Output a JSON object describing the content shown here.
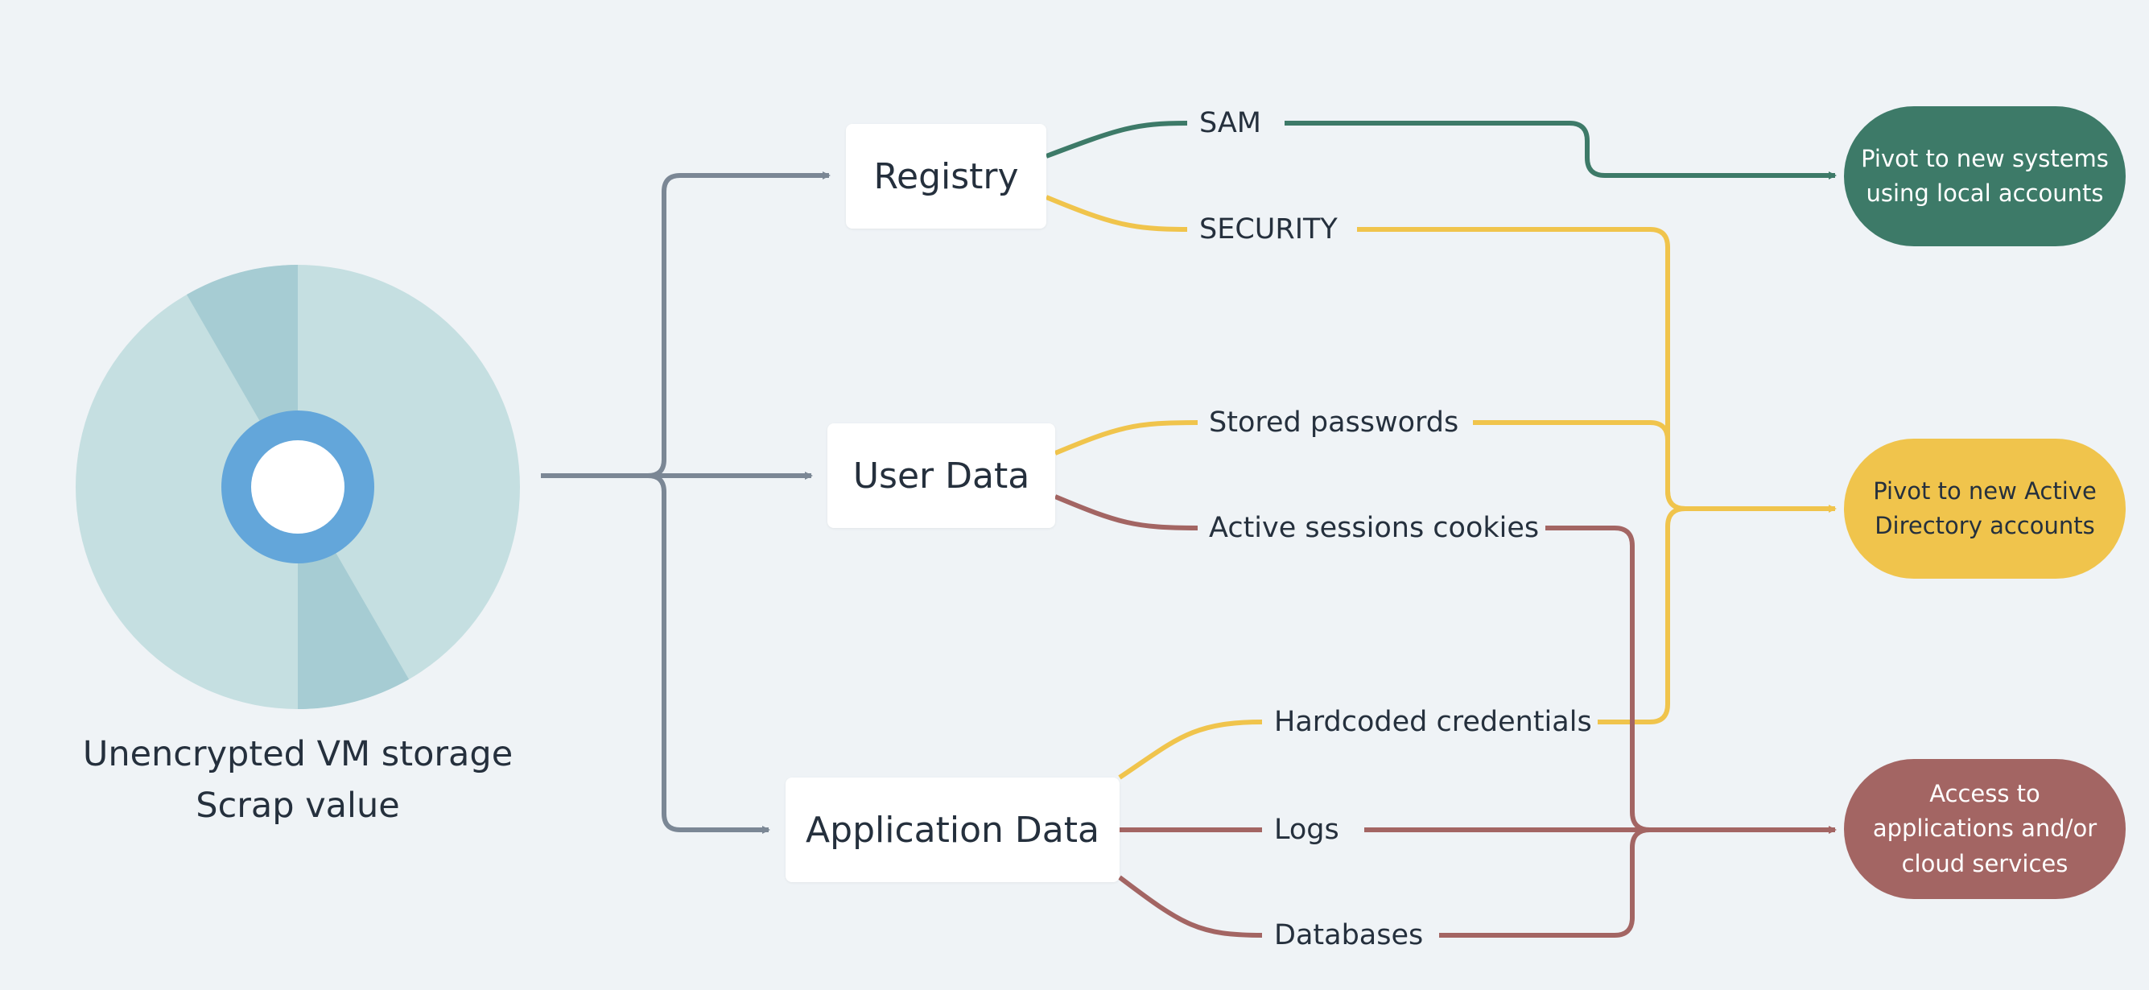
{
  "source": {
    "caption_line1": "Unencrypted VM storage",
    "caption_line2": "Scrap value"
  },
  "categories": {
    "registry": "Registry",
    "user_data": "User Data",
    "application_data": "Application Data"
  },
  "items": {
    "sam": "SAM",
    "security": "SECURITY",
    "stored_passwords": "Stored passwords",
    "active_sessions_cookies": "Active sessions cookies",
    "hardcoded_credentials": "Hardcoded credentials",
    "logs": "Logs",
    "databases": "Databases"
  },
  "outcomes": {
    "local_accounts": {
      "line1": "Pivot to new systems",
      "line2": "using local accounts"
    },
    "ad_accounts": {
      "line1": "Pivot to new Active",
      "line2": "Directory accounts"
    },
    "cloud_access": {
      "line1": "Access to",
      "line2": "applications and/or",
      "line3": "cloud services"
    }
  },
  "colors": {
    "background": "#eff3f6",
    "connector_gray": "#7b8795",
    "green": "#3d7a68",
    "yellow": "#f0c44c",
    "red": "#a36563",
    "disk_light": "#c5dfe1",
    "disk_dark": "#a6ccd3",
    "disk_hub": "#63a6da"
  },
  "icons": {
    "disk": "hard-disk-icon"
  }
}
